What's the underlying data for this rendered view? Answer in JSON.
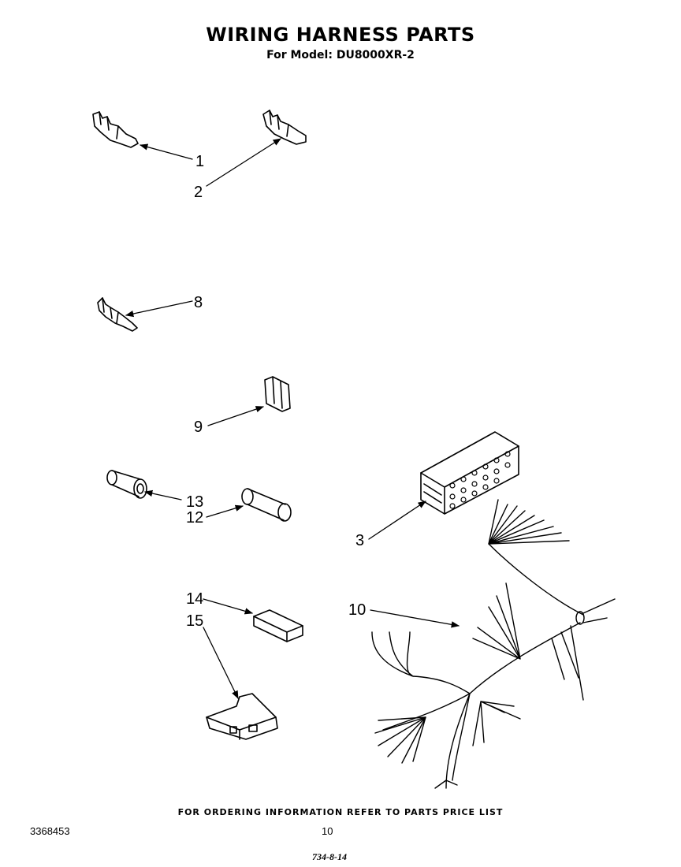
{
  "header": {
    "title": "WIRING HARNESS PARTS",
    "subtitle": "For Model: DU8000XR-2"
  },
  "callouts": [
    {
      "id": "c1",
      "label": "1"
    },
    {
      "id": "c2",
      "label": "2"
    },
    {
      "id": "c3",
      "label": "3"
    },
    {
      "id": "c8",
      "label": "8"
    },
    {
      "id": "c9",
      "label": "9"
    },
    {
      "id": "c10",
      "label": "10"
    },
    {
      "id": "c12",
      "label": "12"
    },
    {
      "id": "c13",
      "label": "13"
    },
    {
      "id": "c14",
      "label": "14"
    },
    {
      "id": "c15",
      "label": "15"
    }
  ],
  "footer": {
    "ordering_note": "FOR ORDERING INFORMATION REFER TO PARTS PRICE LIST",
    "document_number": "3368453",
    "page_number": "10",
    "stamp": "734-8-14"
  }
}
